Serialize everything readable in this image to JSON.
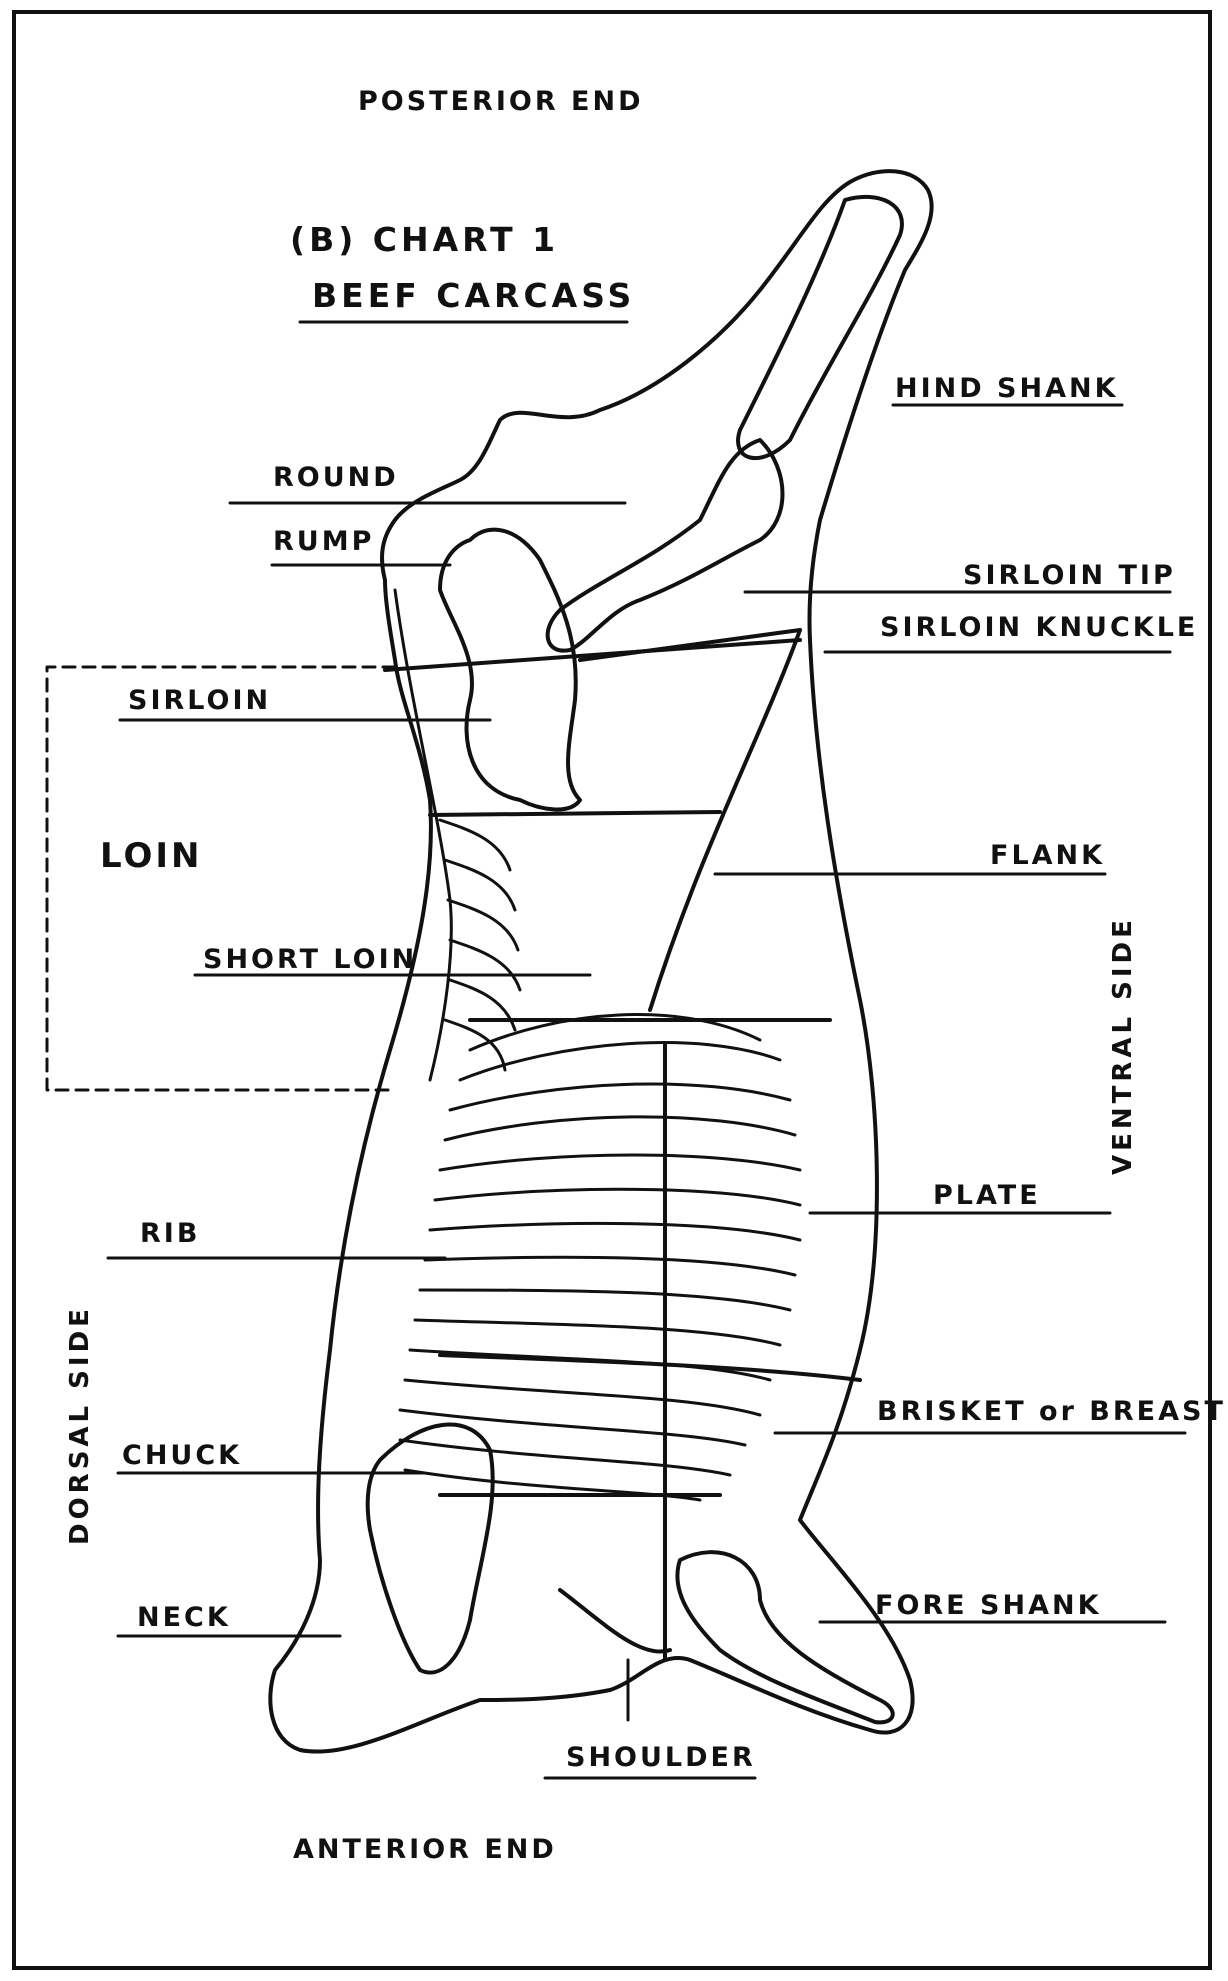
{
  "ends": {
    "posterior": "POSTERIOR END",
    "anterior": "ANTERIOR END"
  },
  "title": {
    "line1": "(B) CHART 1",
    "line2": "BEEF CARCASS"
  },
  "sides": {
    "dorsal": "DORSAL SIDE",
    "ventral": "VENTRAL SIDE"
  },
  "cuts": {
    "hind_shank": "HIND SHANK",
    "round": "ROUND",
    "rump": "RUMP",
    "sirloin_tip": "SIRLOIN TIP",
    "sirloin_knuckle": "SIRLOIN KNUCKLE",
    "sirloin": "SIRLOIN",
    "loin": "LOIN",
    "flank": "FLANK",
    "short_loin": "SHORT LOIN",
    "plate": "PLATE",
    "rib": "RIB",
    "brisket": "BRISKET or BREAST",
    "chuck": "CHUCK",
    "neck": "NECK",
    "fore_shank": "FORE SHANK",
    "shoulder": "SHOULDER"
  }
}
